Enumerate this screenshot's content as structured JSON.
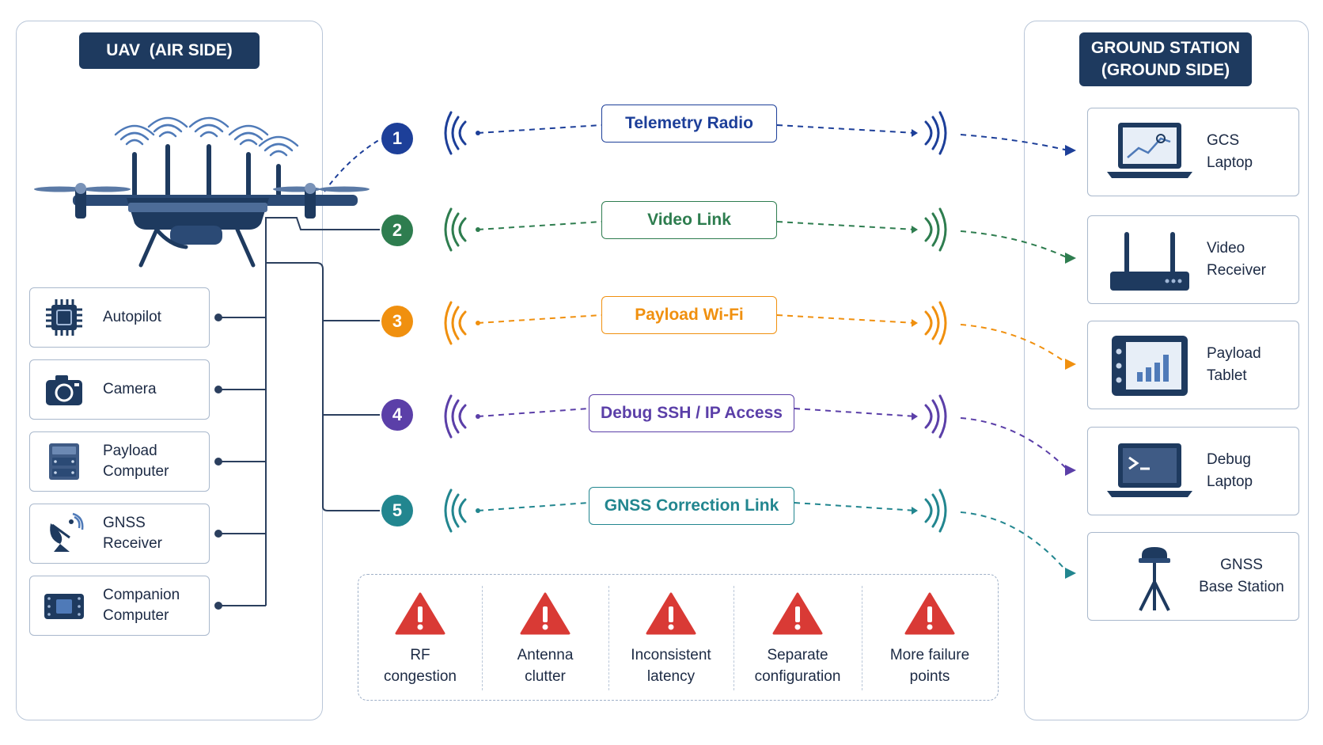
{
  "air_side": {
    "title": "UAV  (AIR SIDE)",
    "components": [
      {
        "label": "Autopilot",
        "icon": "chip-icon"
      },
      {
        "label": "Camera",
        "icon": "camera-icon"
      },
      {
        "label": "Payload\nComputer",
        "icon": "server-icon"
      },
      {
        "label": "GNSS\nReceiver",
        "icon": "satellite-dish-icon"
      },
      {
        "label": "Companion\nComputer",
        "icon": "circuit-board-icon"
      }
    ]
  },
  "links": [
    {
      "number": "1",
      "label": "Telemetry Radio",
      "color": "#1d3f99"
    },
    {
      "number": "2",
      "label": "Video Link",
      "color": "#2e7d4f"
    },
    {
      "number": "3",
      "label": "Payload Wi-Fi",
      "color": "#f0900f"
    },
    {
      "number": "4",
      "label": "Debug SSH / IP Access",
      "color": "#5b3fa8"
    },
    {
      "number": "5",
      "label": "GNSS Correction Link",
      "color": "#22868f"
    }
  ],
  "ground_side": {
    "title": "GROUND STATION\n(GROUND SIDE)",
    "devices": [
      {
        "label": "GCS\nLaptop",
        "icon": "laptop-chart-icon"
      },
      {
        "label": "Video\nReceiver",
        "icon": "router-icon"
      },
      {
        "label": "Payload\nTablet",
        "icon": "tablet-icon"
      },
      {
        "label": "Debug\nLaptop",
        "icon": "terminal-laptop-icon"
      },
      {
        "label": "GNSS\nBase Station",
        "icon": "tripod-antenna-icon"
      }
    ]
  },
  "issues": [
    {
      "label": "RF\ncongestion",
      "icon": "warning-icon"
    },
    {
      "label": "Antenna\nclutter",
      "icon": "warning-icon"
    },
    {
      "label": "Inconsistent\nlatency",
      "icon": "warning-icon"
    },
    {
      "label": "Separate\nconfiguration",
      "icon": "warning-icon"
    },
    {
      "label": "More failure\npoints",
      "icon": "warning-icon"
    }
  ],
  "colors": {
    "navy": "#1e3a5f",
    "border": "#a9b8cc",
    "warning": "#d93a35"
  }
}
